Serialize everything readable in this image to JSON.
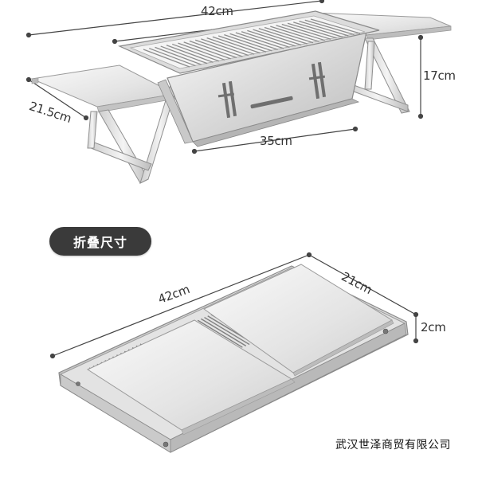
{
  "top_product": {
    "dimensions": {
      "length": "42cm",
      "depth": "21.5cm",
      "height": "17cm",
      "base_length": "35cm"
    }
  },
  "folded": {
    "badge_label": "折叠尺寸",
    "dimensions": {
      "length": "42cm",
      "width": "21cm",
      "thickness": "2cm"
    }
  },
  "watermark": {
    "company_name": "武汉世泽商贸有限公司"
  },
  "colors": {
    "badge_bg": "#3a3a3a",
    "steel_light": "#eeeeee",
    "steel_mid": "#cfcfcf",
    "steel_dark": "#9a9a9a",
    "dimension_line": "#444444"
  }
}
